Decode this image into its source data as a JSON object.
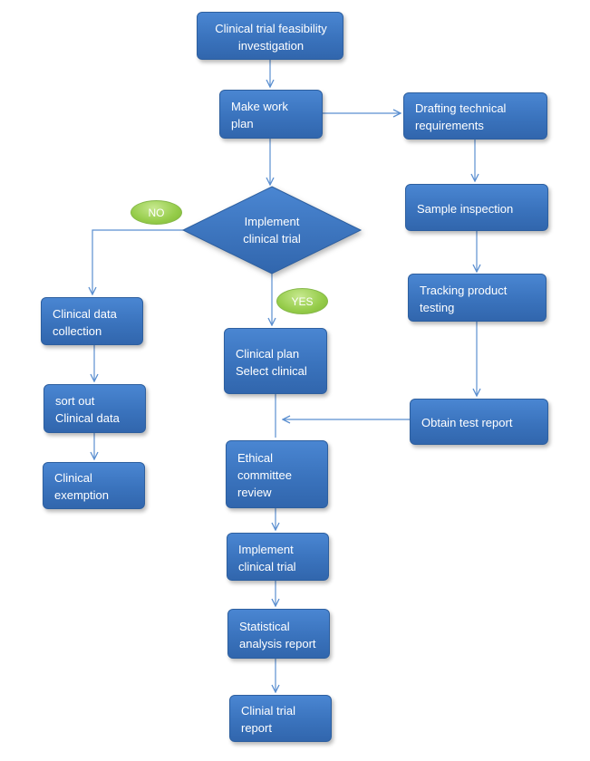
{
  "nodes": {
    "feasibility": [
      "Clinical trial feasibility",
      "investigation"
    ],
    "work_plan": [
      "Make work",
      "plan"
    ],
    "technical_requirements": [
      "Drafting technical",
      "requirements"
    ],
    "sample_inspection": [
      "Sample inspection"
    ],
    "tracking_testing": [
      "Tracking product",
      "testing"
    ],
    "test_report": [
      "Obtain test report"
    ],
    "decision": [
      "Implement",
      "clinical trial"
    ],
    "data_collection": [
      "Clinical data",
      "collection"
    ],
    "sort_out": [
      "sort out",
      "Clinical data"
    ],
    "exemption": [
      "Clinical",
      "exemption"
    ],
    "clinical_plan": [
      "Clinical plan",
      "Select clinical"
    ],
    "ethical_review": [
      "Ethical",
      "committee",
      "review"
    ],
    "implement_trial": [
      "Implement",
      "clinical trial"
    ],
    "statistical_report": [
      "Statistical",
      "analysis report"
    ],
    "trial_report": [
      "Clinial trial",
      "report"
    ]
  },
  "badges": {
    "no": "NO",
    "yes": "YES"
  },
  "colors": {
    "node_fill": "#3a73bd",
    "arrow": "#5b8fd0",
    "badge_fill": "#95cc4a"
  }
}
